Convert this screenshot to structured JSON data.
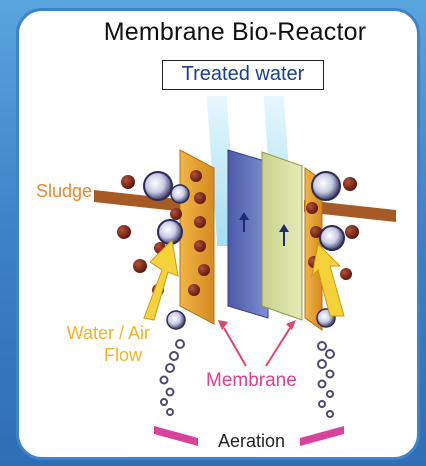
{
  "title": "Membrane Bio-Reactor",
  "treated_water": "Treated water",
  "labels": {
    "sludge": "Sludge",
    "flow_line1": "Water / Air",
    "flow_line2": "Flow",
    "membrane": "Membrane",
    "aeration": "Aeration"
  },
  "colors": {
    "frame": "#3b83cf",
    "membrane_left": "#5f6fb8",
    "membrane_right": "#d4dc9c",
    "sludge_plate": "#ee9f32",
    "sludge_ball": "#7a2412",
    "flow_arrow": "#f6d23a",
    "water": "#9fdcf3",
    "label_sludge": "#e8882c",
    "label_flow": "#f0b424",
    "label_membrane": "#df3f8c"
  }
}
